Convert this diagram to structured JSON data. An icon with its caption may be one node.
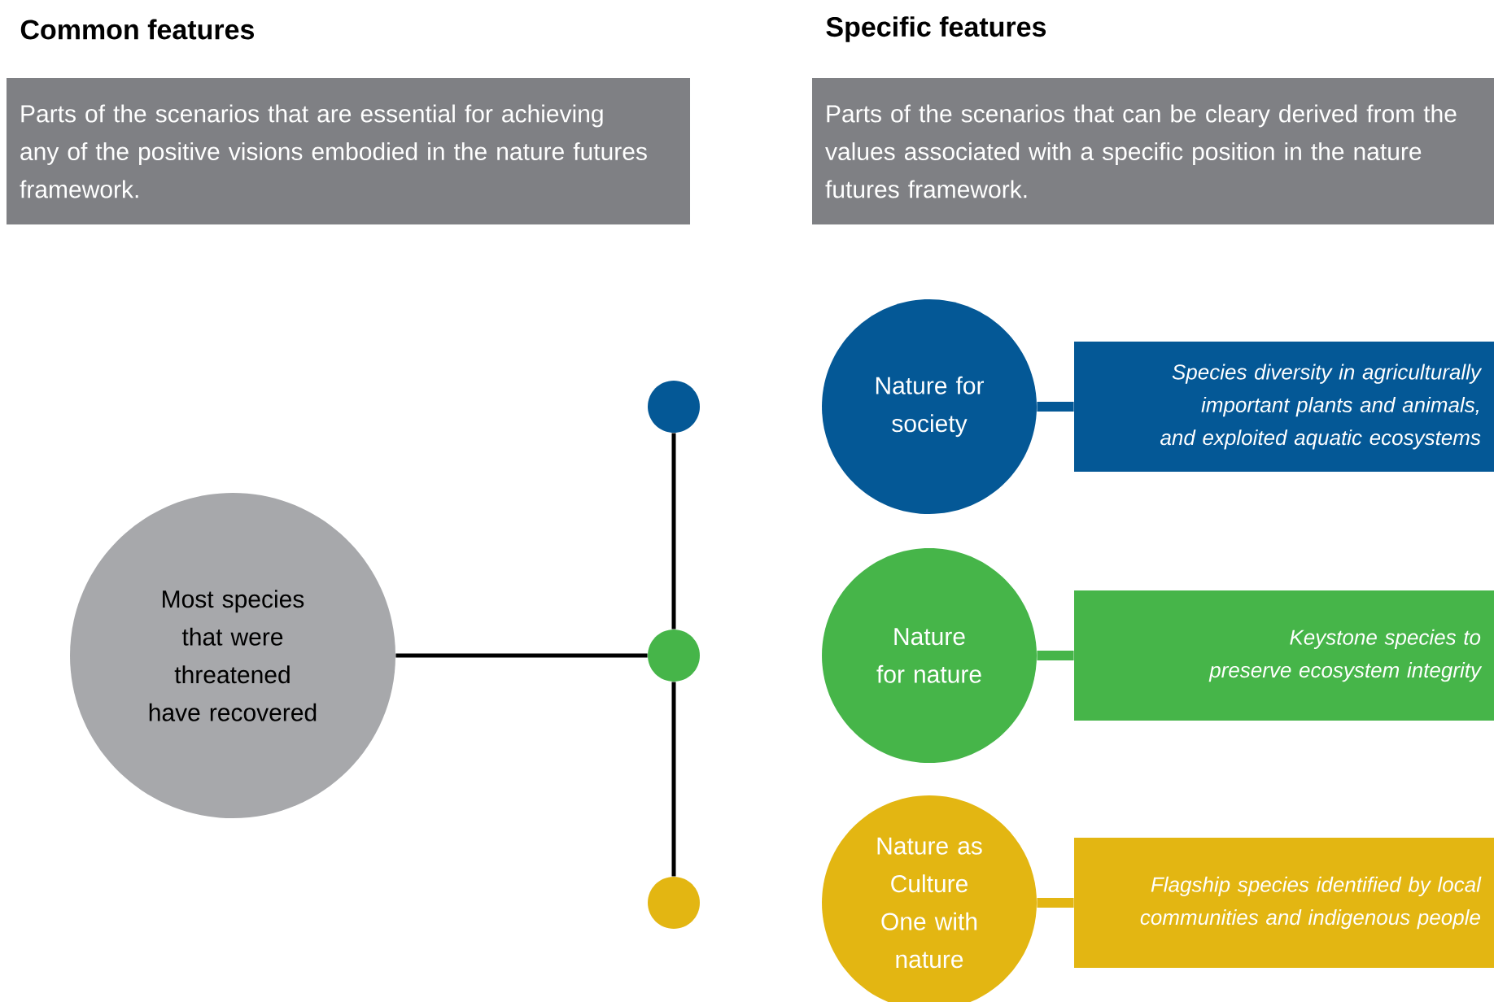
{
  "diagram": {
    "nodes": [
      {
        "text": [
          "Common features",
          "Parts of the scenarios that are essential for achieving any of the positive visions embodied in the nature futures framework."
        ]
      },
      {
        "text": [
          "Specific features",
          "Parts of the scenarios that can be cleary derived from the values associated with a specific position in the nature futures framework."
        ]
      },
      {
        "text": [
          "Most species that were threatened have recovered"
        ]
      },
      {
        "text": [],
        "shape": "circle"
      },
      {
        "text": [],
        "shape": "circle"
      },
      {
        "text": [],
        "shape": "circle"
      },
      {
        "text": [
          "Nature for society"
        ]
      },
      {
        "text": [
          "Species diversity in agriculturally important plants and animals, and exploited aquatic ecosystems"
        ]
      },
      {
        "text": [
          "Nature for nature"
        ]
      },
      {
        "text": [
          "Keystone species to preserve ecosystem integrity"
        ]
      },
      {
        "text": [
          "Nature as Culture One with nature"
        ]
      },
      {
        "text": [
          "Flagship species identified by local communities and indigenous people"
        ]
      }
    ],
    "edges": [
      {
        "from": 2,
        "to": 4,
        "arrow": "none"
      },
      {
        "from": 3,
        "to": 4,
        "arrow": "none"
      },
      {
        "from": 4,
        "to": 5,
        "arrow": "none"
      },
      {
        "from": 6,
        "to": 7,
        "arrow": "none",
        "style": "thick",
        "color": "#045896"
      },
      {
        "from": 8,
        "to": 9,
        "arrow": "none",
        "style": "thick",
        "color": "#46b549"
      },
      {
        "from": 10,
        "to": 11,
        "arrow": "none",
        "style": "thick",
        "color": "#e3b612"
      }
    ]
  }
}
